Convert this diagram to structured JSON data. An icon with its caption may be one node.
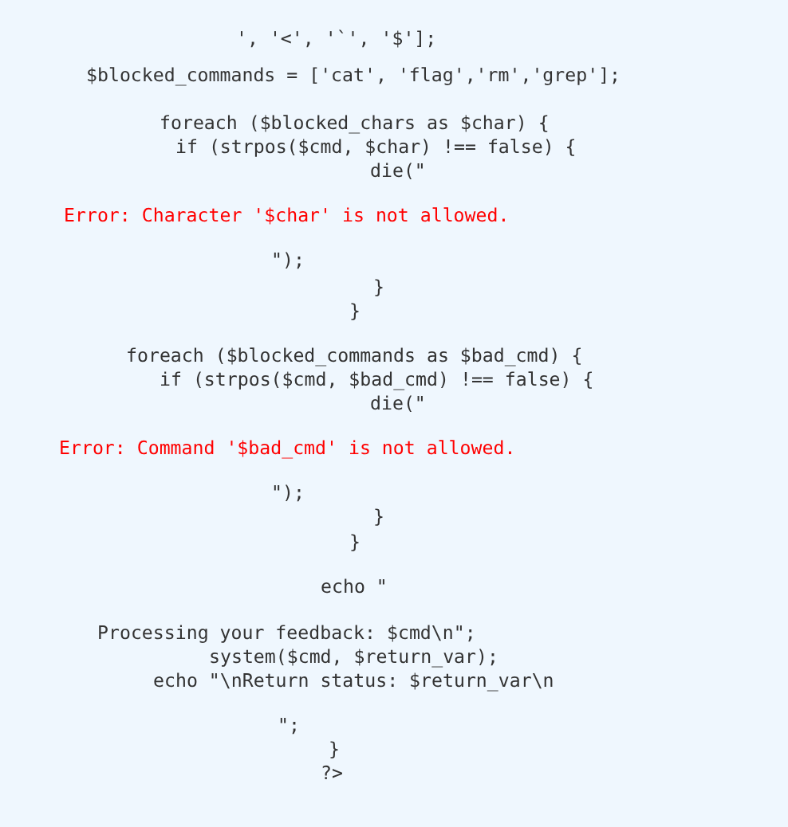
{
  "diagram": {
    "labels": [
      "', '<', '`', '$'];",
      "$blocked_commands = ['cat', 'flag','rm','grep'];",
      "foreach ($blocked_chars as $char) {",
      "if (strpos($cmd, $char) !== false) {",
      "die(\"",
      "Error: Character '$char' is not allowed.",
      "\");",
      "}",
      "}",
      "foreach ($blocked_commands as $bad_cmd) {",
      "if (strpos($cmd, $bad_cmd) !== false) {",
      "die(\"",
      "Error: Command '$bad_cmd' is not allowed.",
      "\");",
      "}",
      "}",
      "echo \"",
      "Processing your feedback: $cmd\\n\";",
      "system($cmd, $return_var);",
      "echo \"\\nReturn status: $return_var\\n",
      "\";",
      "}",
      "?>"
    ]
  }
}
